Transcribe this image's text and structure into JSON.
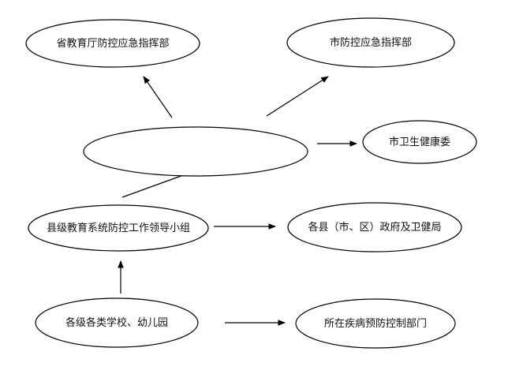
{
  "diagram": {
    "nodes": [
      {
        "id": "provincial-command",
        "label": "省教育厅防控应急指挥部"
      },
      {
        "id": "city-command",
        "label": "市防控应急指挥部"
      },
      {
        "id": "central-node",
        "label": ""
      },
      {
        "id": "city-health",
        "label": "市卫生健康委"
      },
      {
        "id": "county-leading-group",
        "label": "县级教育系统防控工作领导小组"
      },
      {
        "id": "county-health-bureaus",
        "label": "各县（市、区）政府及卫健局"
      },
      {
        "id": "schools",
        "label": "各级各类学校、幼儿园"
      },
      {
        "id": "local-disease-control",
        "label": "所在疾病预防控制部门"
      }
    ],
    "edges": [
      {
        "from": "central-node",
        "to": "provincial-command"
      },
      {
        "from": "central-node",
        "to": "city-command"
      },
      {
        "from": "central-node",
        "to": "city-health"
      },
      {
        "from": "county-leading-group",
        "to": "central-node"
      },
      {
        "from": "county-leading-group",
        "to": "county-health-bureaus"
      },
      {
        "from": "schools",
        "to": "county-leading-group"
      },
      {
        "from": "schools",
        "to": "local-disease-control"
      }
    ]
  }
}
